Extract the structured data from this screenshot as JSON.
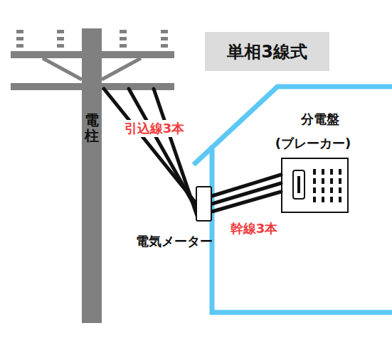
{
  "diagram": {
    "title": "単相3線式",
    "nodes": [
      {
        "text": [
          "電柱"
        ]
      },
      {
        "text": [
          "電気メーター"
        ]
      },
      {
        "text": [
          "分電盤",
          "(ブレーカー)"
        ]
      }
    ],
    "edges": [
      {
        "from": 0,
        "to": 1,
        "arrow": "none",
        "label": "引込線3本"
      },
      {
        "from": 1,
        "to": 2,
        "arrow": "none",
        "label": "幹線3本"
      }
    ]
  }
}
